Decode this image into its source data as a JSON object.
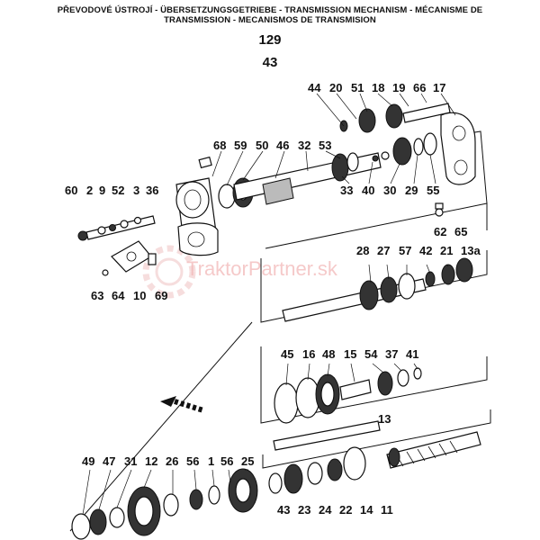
{
  "header": {
    "line1": "PŘEVODOVÉ ÚSTROJÍ - ÜBERSETZUNGSGETRIEBE - TRANSMISSION MECHANISM - MÉCANISME DE",
    "line2": "TRANSMISSION - MECANISMOS DE TRANSMISION"
  },
  "page_number": "129",
  "group_number": "43",
  "watermark": "TraktorPartner.sk",
  "labels": {
    "l44": "44",
    "l20": "20",
    "l51": "51",
    "l18": "18",
    "l19": "19",
    "l66": "66",
    "l17": "17",
    "l68": "68",
    "l59": "59",
    "l50": "50",
    "l46": "46",
    "l32": "32",
    "l53": "53",
    "l33": "33",
    "l40": "40",
    "l30": "30",
    "l29": "29",
    "l55": "55",
    "l60": "60",
    "l2": "2",
    "l9": "9",
    "l52": "52",
    "l3": "3",
    "l36": "36",
    "l62": "62",
    "l65": "65",
    "l28": "28",
    "l27": "27",
    "l57": "57",
    "l42": "42",
    "l21": "21",
    "l13a": "13a",
    "l63": "63",
    "l64": "64",
    "l10": "10",
    "l69": "69",
    "l45": "45",
    "l16": "16",
    "l48": "48",
    "l15": "15",
    "l54": "54",
    "l37": "37",
    "l41": "41",
    "l13": "13",
    "l49": "49",
    "l47": "47",
    "l31": "31",
    "l12": "12",
    "l26": "26",
    "l56": "56",
    "l1": "1",
    "l56b": "56",
    "l25": "25",
    "l43": "43",
    "l23": "23",
    "l24": "24",
    "l22": "22",
    "l14": "14",
    "l11": "11"
  }
}
